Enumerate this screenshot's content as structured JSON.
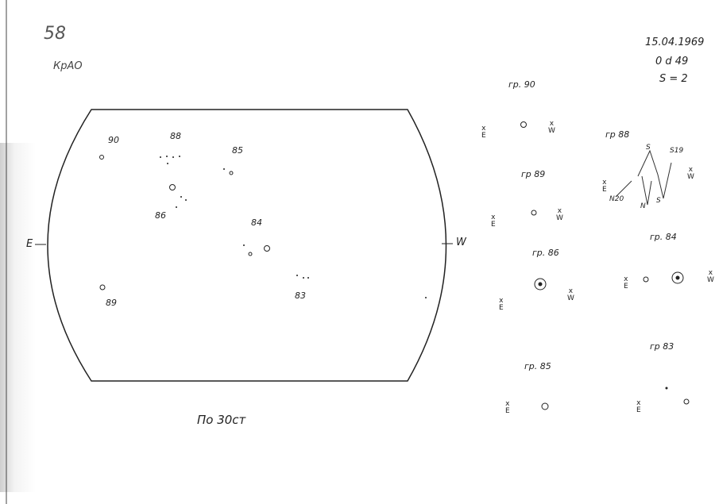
{
  "header": {
    "page_number": "58",
    "observatory": "КрАО",
    "date": "15.04.1969",
    "time": "0 d 49",
    "seeing": "S = 2"
  },
  "disk": {
    "east": "E",
    "west": "W",
    "caption": "По 30ст",
    "groups": [
      "90",
      "88",
      "85",
      "86",
      "84",
      "89",
      "83"
    ]
  },
  "details": [
    {
      "title": "гр. 90",
      "e": "E",
      "w": "W"
    },
    {
      "title": "гр 89",
      "e": "E",
      "w": "W"
    },
    {
      "title": "гр. 86",
      "e": "E",
      "w": "W"
    },
    {
      "title": "гр. 85",
      "e": "E"
    },
    {
      "title": "гр 88",
      "e": "E",
      "w": "W",
      "labels": [
        "S",
        "S19",
        "N20",
        "N",
        "S"
      ]
    },
    {
      "title": "гр. 84",
      "e": "E",
      "w": "W"
    },
    {
      "title": "гр 83",
      "e": "E"
    }
  ]
}
